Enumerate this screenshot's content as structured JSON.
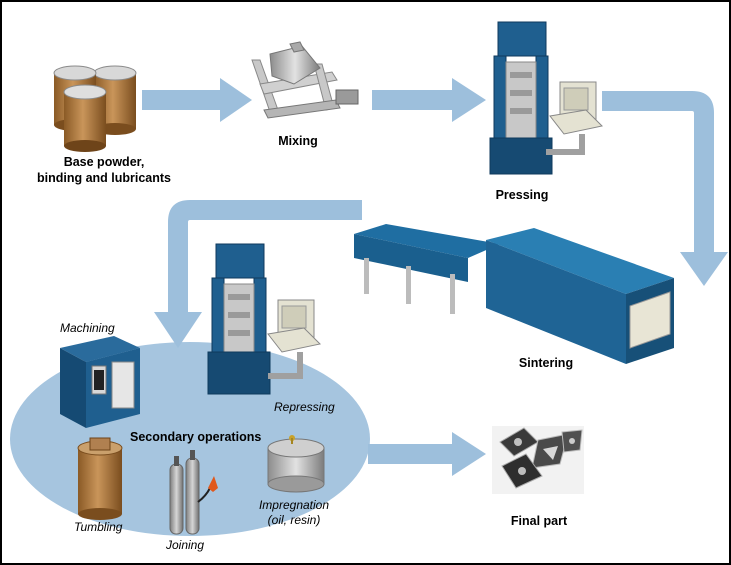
{
  "labels": {
    "base_powder": [
      "Base powder,",
      "binding and lubricants"
    ],
    "mixing": "Mixing",
    "pressing": "Pressing",
    "sintering": "Sintering",
    "machining": "Machining",
    "repressing": "Repressing",
    "secondary_operations": "Secondary operations",
    "tumbling": "Tumbling",
    "joining": "Joining",
    "impregnation": [
      "Impregnation",
      "(oil, resin)"
    ],
    "final_part": "Final part"
  },
  "colors": {
    "arrow": "#9dbfdc",
    "ellipse": "#a6c5df",
    "machine_blue": "#1f5f8f",
    "machine_dark": "#164a72",
    "barrel": "#b9844a",
    "gray_part": "#b8b8b8",
    "panel": "#e4e2d2"
  },
  "icons": [
    "powder-barrels-icon",
    "mixer-icon",
    "press-machine-icon",
    "sintering-furnace-icon",
    "repress-machine-icon",
    "machining-center-icon",
    "tumbling-drum-icon",
    "gas-cylinders-icon",
    "impregnation-tank-icon",
    "final-part-inserts-icon"
  ]
}
